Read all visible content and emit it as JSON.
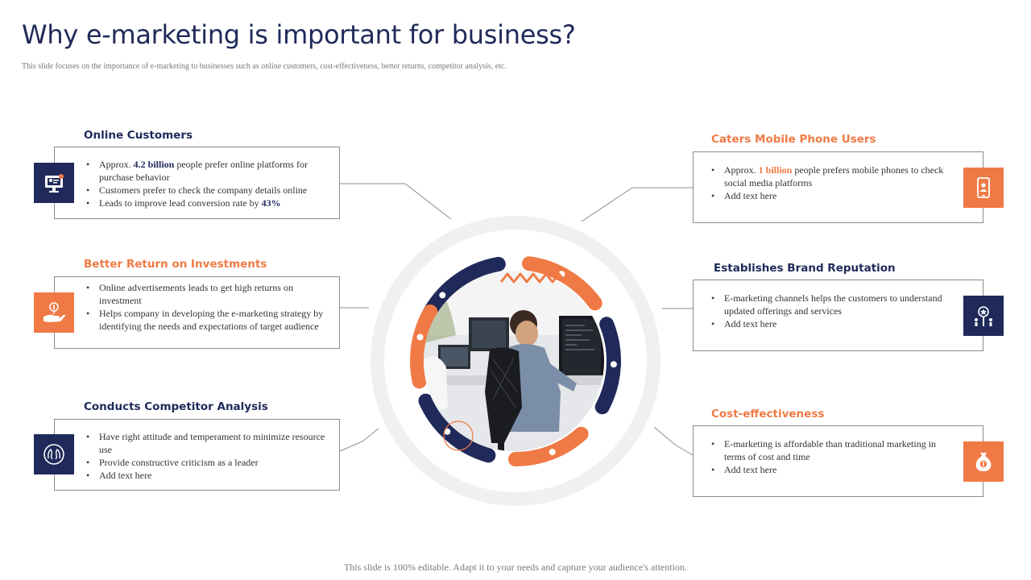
{
  "title": "Why e-marketing is important for business?",
  "subtitle": "This slide focuses on the importance of e-marketing to businesses such as online customers, cost-effectiveness, better returns, competitor analysis, etc.",
  "footer": "This slide is 100% editable. Adapt it to your needs and capture your audience's attention.",
  "cards": {
    "online_customers": {
      "heading": "Online Customers",
      "icon": "monitor-user-icon",
      "bullets": [
        {
          "pre": "Approx. ",
          "highlight": "4.2 billion",
          "post": " people prefer online platforms for purchase behavior"
        },
        {
          "pre": "Customers prefer to check the company details online",
          "highlight": "",
          "post": ""
        },
        {
          "pre": " Leads to improve lead conversion rate by ",
          "highlight": "43%",
          "post": ""
        }
      ]
    },
    "better_return": {
      "heading": "Better Return on Investments",
      "icon": "hand-money-icon",
      "bullets": [
        {
          "pre": "Online advertisements leads to get high returns on investment",
          "highlight": "",
          "post": ""
        },
        {
          "pre": "Helps company in developing the e-marketing strategy by identifying the needs and expectations of target audience",
          "highlight": "",
          "post": ""
        }
      ]
    },
    "competitor_analysis": {
      "heading": "Conducts Competitor Analysis",
      "icon": "competitor-heads-icon",
      "bullets": [
        {
          "pre": "Have right attitude and temperament to minimize resource use",
          "highlight": "",
          "post": ""
        },
        {
          "pre": "Provide constructive criticism as a leader",
          "highlight": "",
          "post": ""
        },
        {
          "pre": "Add text here",
          "highlight": "",
          "post": ""
        }
      ]
    },
    "mobile_users": {
      "heading": "Caters Mobile Phone Users",
      "icon": "mobile-user-icon",
      "bullets": [
        {
          "pre": "Approx. ",
          "highlight": "1 billion",
          "post": " people prefers mobile phones to check social media platforms"
        },
        {
          "pre": "Add text here",
          "highlight": "",
          "post": ""
        }
      ]
    },
    "brand_reputation": {
      "heading": "Establishes Brand Reputation",
      "icon": "award-people-icon",
      "bullets": [
        {
          "pre": "E-marketing channels helps the customers to understand updated offerings and services",
          "highlight": "",
          "post": ""
        },
        {
          "pre": "Add text here",
          "highlight": "",
          "post": ""
        }
      ]
    },
    "cost_effectiveness": {
      "heading": "Cost-effectiveness",
      "icon": "money-bag-icon",
      "bullets": [
        {
          "pre": "E-marketing is affordable than traditional marketing in terms of cost and time",
          "highlight": "",
          "post": ""
        },
        {
          "pre": "Add text here",
          "highlight": "",
          "post": ""
        }
      ]
    }
  },
  "colors": {
    "navy": "#1f2a5a",
    "orange": "#f07a45",
    "ring": "#f0f0f0",
    "border": "#8c8c8c"
  }
}
